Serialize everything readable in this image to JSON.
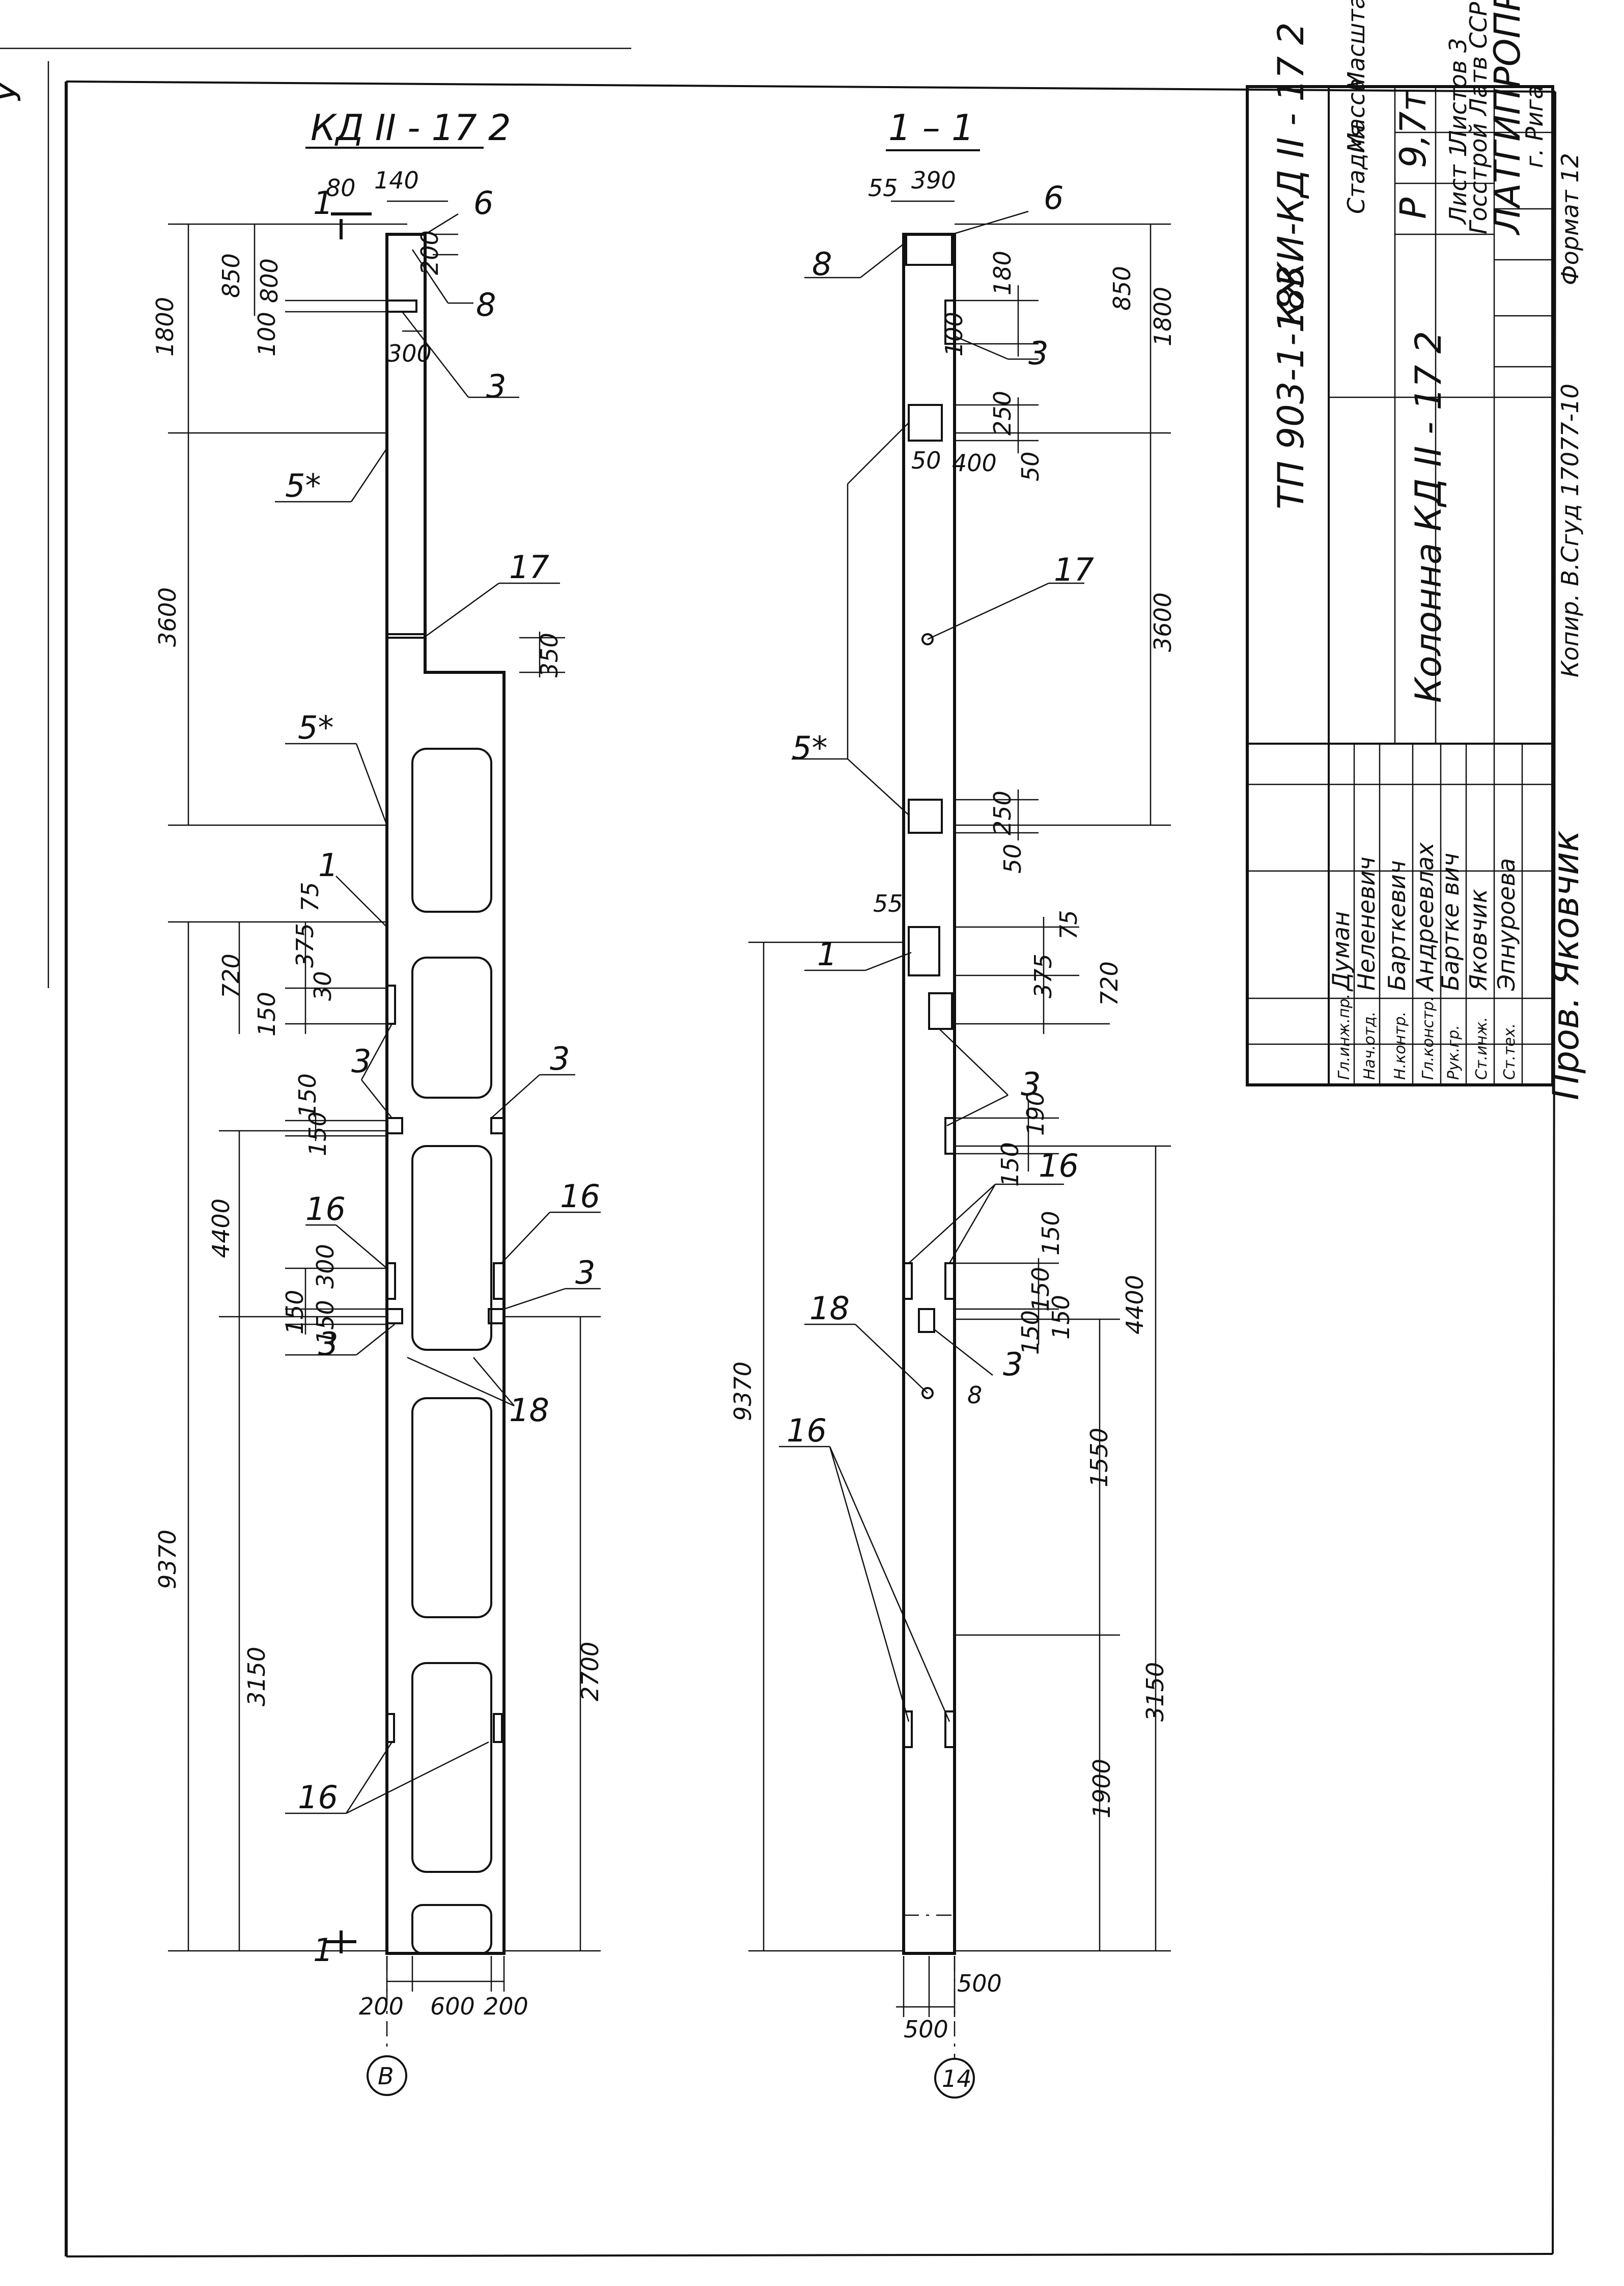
{
  "sheet_corner": "У",
  "views": {
    "facade": {
      "title": "КД II - 17 2",
      "section_marker": "1",
      "axis_label": "В",
      "callouts": {
        "c6": "6",
        "c8": "8",
        "c3a": "3",
        "c5a": "5*",
        "c17": "17",
        "c5b": "5*",
        "c1": "1",
        "c3b": "3",
        "c3c": "3",
        "c16a": "16",
        "c16b": "16",
        "c3d": "3",
        "c3e": "3",
        "c18": "18",
        "c16c": "16"
      },
      "dims": {
        "d80": "80",
        "d140": "140",
        "d1800": "1800",
        "d850": "850",
        "d800": "800",
        "d100": "100",
        "d200a": "200",
        "d300": "300",
        "d3600": "3600",
        "d350": "350",
        "d75": "75",
        "d720": "720",
        "d375": "375",
        "d30": "30",
        "d150a": "150",
        "d150b": "150",
        "d150c": "150",
        "d4400": "4400",
        "d9370": "9370",
        "d300b": "300",
        "d150d": "150",
        "d150e": "150",
        "d3150": "3150",
        "d2700": "2700",
        "d200b": "200",
        "d600": "600",
        "d200c": "200"
      }
    },
    "section": {
      "title": "1 – 1",
      "axis_label": "14",
      "callouts": {
        "c6": "6",
        "c8": "8",
        "c3a": "3",
        "c17": "17",
        "c5": "5*",
        "c1": "1",
        "c3b": "3",
        "c16a": "16",
        "c18": "18",
        "c3c": "3",
        "c8b": "8",
        "c16b": "16"
      },
      "dims": {
        "d55a": "55",
        "d390": "390",
        "d850": "850",
        "d1800": "1800",
        "d180": "180",
        "d100": "100",
        "d250a": "250",
        "d50a": "50",
        "d400": "400",
        "d50b": "50",
        "d3600": "3600",
        "d250b": "250",
        "d50c": "50",
        "d55b": "55",
        "d75": "75",
        "d375": "375",
        "d720": "720",
        "d190": "190",
        "d150a": "150",
        "d4400": "4400",
        "d9370": "9370",
        "d150b": "150",
        "d150c": "150",
        "d150d": "150",
        "d150e": "150",
        "d1550": "1550",
        "d3150": "3150",
        "d1900": "1900",
        "d500a": "500",
        "d500b": "500"
      }
    }
  },
  "title_block": {
    "code": "КЖИ-КД II - 17 2",
    "project": "ТП 903-1-183",
    "name": "Колонна КД II - 17 2",
    "headers": {
      "stage": "Стадия",
      "mass": "Масса",
      "scale": "Масштаб"
    },
    "stage_value": "Р",
    "mass_value": "9,7т",
    "sheet": "Лист 1",
    "sheets": "Листов 3",
    "org1": "Госстрой Латв ССР",
    "org2": "ЛАТГИПРОПРОМ",
    "city": "г. Рига",
    "staff": [
      {
        "role": "Гл.инж.пр.",
        "name": "Думан"
      },
      {
        "role": "Нач.отд.",
        "name": "Неленевич"
      },
      {
        "role": "Н.контр.",
        "name": "Барткевич"
      },
      {
        "role": "Гл.констр.",
        "name": "Андреевлах"
      },
      {
        "role": "Рук.гр.",
        "name": "Бартке вич"
      },
      {
        "role": "Ст.инж.",
        "name": "Яковчик"
      },
      {
        "role": "Ст.тех.",
        "name": "Эпнуроева"
      }
    ],
    "footer_checked": "Пров. Яковчик",
    "footer_copy": "Копир. В.Сгуд 17077-10",
    "footer_format": "Формат 12"
  }
}
